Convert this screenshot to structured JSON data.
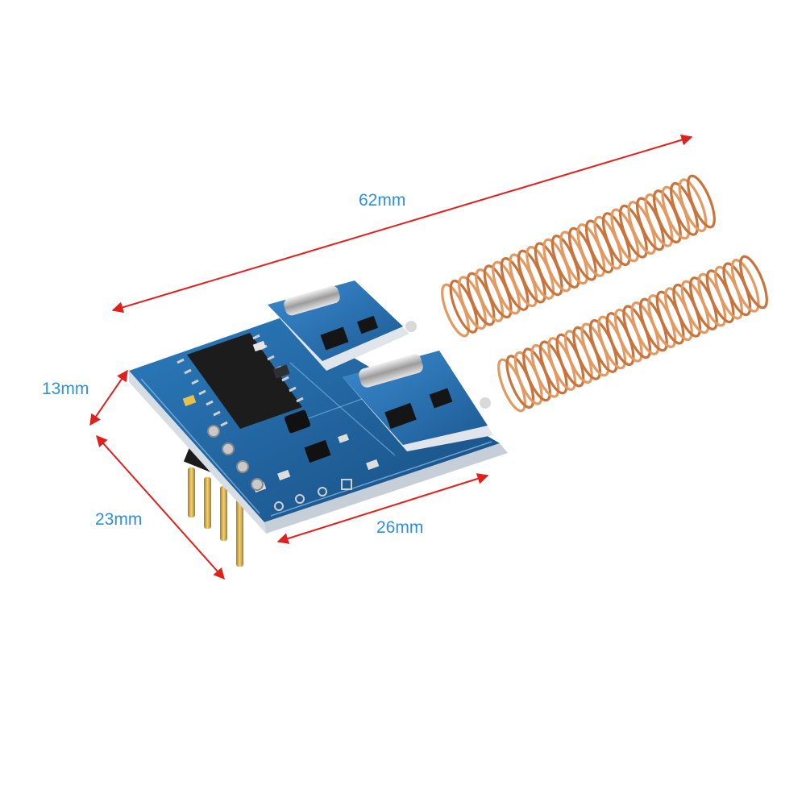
{
  "dimensions": {
    "length": "62mm",
    "height": "13mm",
    "depth": "23mm",
    "width": "26mm"
  },
  "colors": {
    "arrow": "#e0201c",
    "label": "#2f8fd8",
    "pcb": "#1f5d96",
    "pcb_edge": "#2a79b8",
    "copper": "#d9824a",
    "chip": "#1c1c1c"
  }
}
